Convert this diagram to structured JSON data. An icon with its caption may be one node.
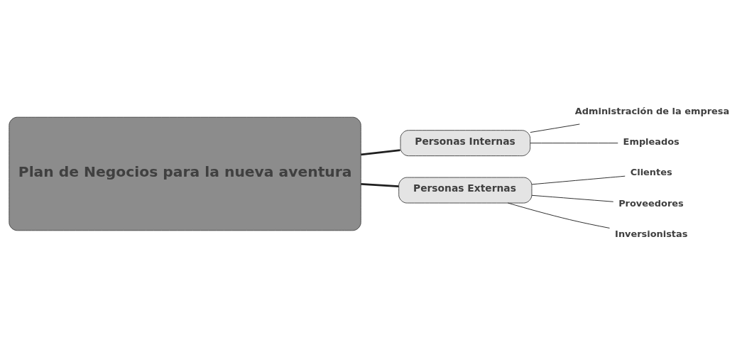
{
  "diagram": {
    "nodes": [
      {
        "text": [
          "Plan de Negocios para la nueva aventura"
        ]
      },
      {
        "text": [
          "Personas Internas"
        ]
      },
      {
        "text": [
          "Administración de la empresa"
        ]
      },
      {
        "text": [
          "Empleados"
        ]
      },
      {
        "text": [
          "Personas Externas"
        ]
      },
      {
        "text": [
          "Clientes"
        ]
      },
      {
        "text": [
          "Proveedores"
        ]
      },
      {
        "text": [
          "Inversionistas"
        ]
      }
    ],
    "edges": [
      {
        "from": 0,
        "to": 1,
        "arrow": "none",
        "style": "thick"
      },
      {
        "from": 1,
        "to": 2,
        "arrow": "none"
      },
      {
        "from": 1,
        "to": 3,
        "arrow": "none"
      },
      {
        "from": 0,
        "to": 4,
        "arrow": "none",
        "style": "thick"
      },
      {
        "from": 4,
        "to": 5,
        "arrow": "none"
      },
      {
        "from": 4,
        "to": 6,
        "arrow": "none"
      },
      {
        "from": 4,
        "to": 7,
        "arrow": "none"
      }
    ]
  }
}
